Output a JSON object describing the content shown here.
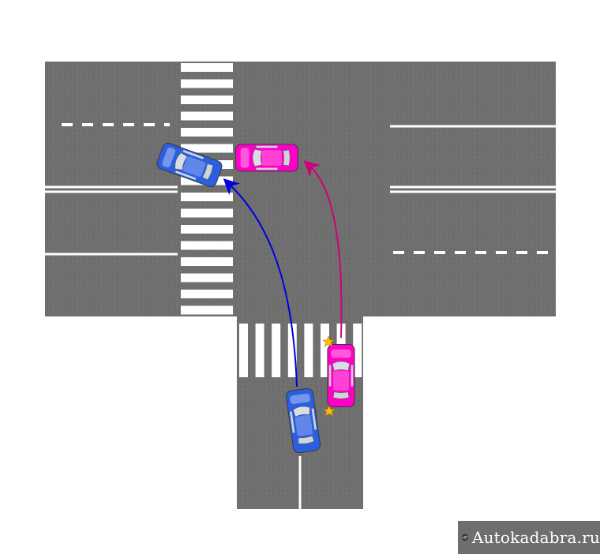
{
  "diagram": {
    "type": "traffic-intersection",
    "road_color": "#6f6f6f",
    "marking_color": "#ffffff",
    "cars": [
      {
        "id": "blue-car-start",
        "color": "#2b5fe0",
        "role": "start"
      },
      {
        "id": "blue-car-end",
        "color": "#2b5fe0",
        "role": "end"
      },
      {
        "id": "pink-car-start",
        "color": "#ff00c8",
        "role": "start",
        "turn_signal": "left"
      },
      {
        "id": "pink-car-end",
        "color": "#ff00c8",
        "role": "end"
      }
    ],
    "paths": [
      {
        "car": "blue",
        "color": "#0000e0",
        "direction": "left-turn"
      },
      {
        "car": "pink",
        "color": "#d0007f",
        "direction": "left-turn"
      }
    ],
    "turn_signal_color": "#ffc000"
  },
  "watermark": {
    "text": "Autokadabra.ru",
    "background": "#6e6e6e"
  }
}
